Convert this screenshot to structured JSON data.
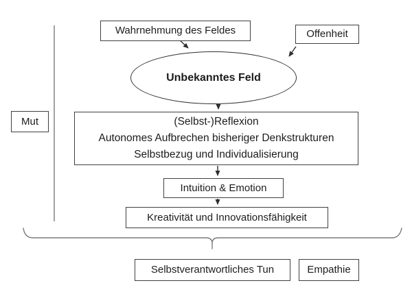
{
  "diagram": {
    "title": "Unbekanntes Feld Prozessdiagramm",
    "colors": {
      "background": "#ffffff",
      "box_border": "#3f3f3f",
      "bracket_gray": "#7a7a7a",
      "arrow": "#2e2e2e",
      "text": "#1c1c1c"
    },
    "nodes": {
      "wahrnehmung": {
        "label": "Wahrnehmung des Feldes"
      },
      "offenheit": {
        "label": "Offenheit"
      },
      "unbekanntes_feld": {
        "label": "Unbekanntes Feld"
      },
      "reflexion": {
        "lines": [
          "(Selbst-)Reflexion",
          "Autonomes Aufbrechen bisheriger Denkstrukturen",
          "Selbstbezug und Individualisierung"
        ]
      },
      "intuition": {
        "label": "Intuition & Emotion"
      },
      "kreativitaet": {
        "label": "Kreativität und Innovationsfähigkeit"
      },
      "mut": {
        "label": "Mut"
      },
      "selbstverantwortung": {
        "label": "Selbstverantwortliches Tun"
      },
      "empathie": {
        "label": "Empathie"
      }
    },
    "connectors": [
      "wahrnehmung -> unbekanntes_feld",
      "offenheit -> unbekanntes_feld",
      "unbekanntes_feld -> reflexion",
      "reflexion -> intuition",
      "intuition -> kreativitaet",
      "brace -> selbstverantwortung"
    ]
  }
}
